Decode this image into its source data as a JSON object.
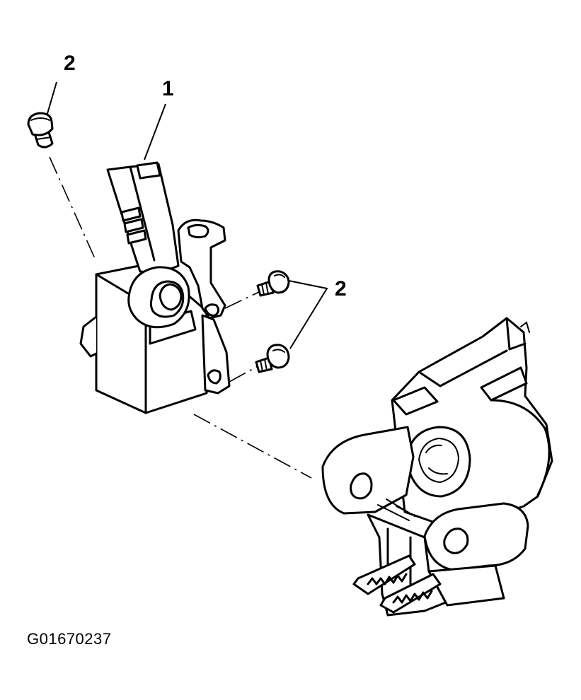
{
  "callouts": {
    "part_1": "1",
    "part_2_top": "2",
    "part_2_right": "2"
  },
  "figure_id": "G01670237",
  "colors": {
    "line": "#000000",
    "background": "#ffffff"
  }
}
